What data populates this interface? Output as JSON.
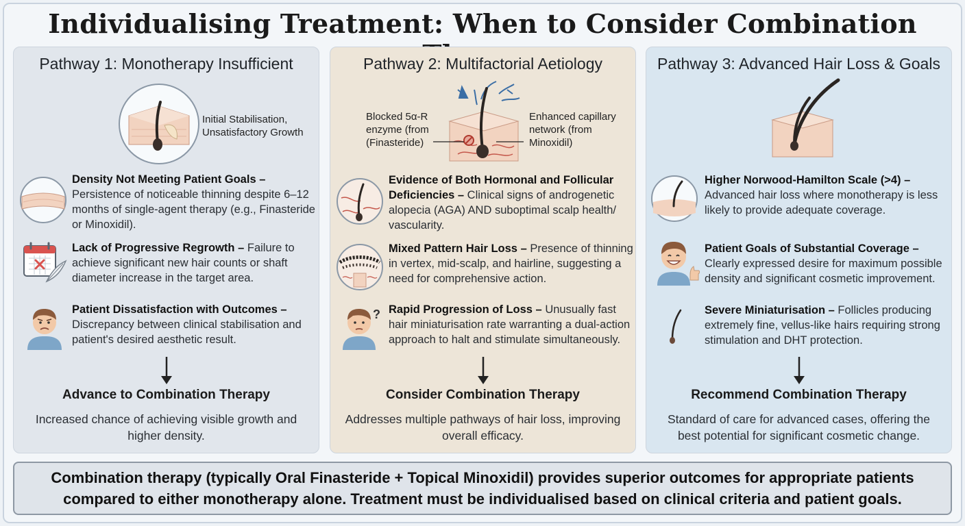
{
  "title": "Individualising Treatment: When to Consider Combination Therapy",
  "colors": {
    "panel1_bg": "#e1e6ec",
    "panel2_bg": "#ede5d8",
    "panel3_bg": "#d9e6f0",
    "skin": "#f3d6c4",
    "hair": "#2a2522",
    "vessel": "#c4574b",
    "capillary": "#3b6ea5"
  },
  "pathways": [
    {
      "title": "Pathway 1: Monotherapy Insufficient",
      "hero_label": "Initial Stabilisation, Unsatisfactory Growth",
      "items": [
        {
          "icon": "scalp-thinning-icon",
          "title": "Density Not Meeting Patient Goals",
          "text": "Persistence of noticeable thinning despite 6–12 months of single-agent therapy (e.g., Finasteride or Minoxidil)."
        },
        {
          "icon": "calendar-icon",
          "title": "Lack of Progressive Regrowth",
          "text": "Failure to achieve significant new hair counts or shaft diameter increase in the target area."
        },
        {
          "icon": "sad-patient-icon",
          "title": "Patient Dissatisfaction with Outcomes",
          "text": "Discrepancy between clinical stabilisation and patient's desired aesthetic result."
        }
      ],
      "outcome_title": "Advance to Combination Therapy",
      "outcome_text": "Increased chance of achieving visible growth and higher density."
    },
    {
      "title": "Pathway 2: Multifactorial Aetiology",
      "hero_label_left": "Blocked 5α-R enzyme (from (Finasteride)",
      "hero_label_right": "Enhanced capillary network (from Minoxidil)",
      "items": [
        {
          "icon": "follicle-vessels-icon",
          "title": "Evidence of Both Hormonal and Follicular Deficiencies",
          "text": "Clinical signs of androgenetic alopecia (AGA) AND suboptimal scalp health/ vascularity."
        },
        {
          "icon": "mixed-pattern-icon",
          "title": "Mixed Pattern Hair Loss",
          "text": "Presence of thinning in vertex, mid-scalp, and hairline, suggesting a need for comprehensive action."
        },
        {
          "icon": "confused-patient-icon",
          "title": "Rapid Progression of Loss",
          "text": "Unusually fast hair miniaturisation rate warranting a dual-action approach to halt and stimulate simultaneously."
        }
      ],
      "outcome_title": "Consider Combination Therapy",
      "outcome_text": "Addresses multiple pathways of hair loss, improving overall efficacy."
    },
    {
      "title": "Pathway 3: Advanced Hair Loss & Goals",
      "items": [
        {
          "icon": "bald-scalp-icon",
          "title": "Higher Norwood-Hamilton Scale (>4)",
          "text": "Advanced hair loss where monotherapy is less likely to provide adequate coverage."
        },
        {
          "icon": "happy-patient-icon",
          "title": "Patient Goals of Substantial Coverage",
          "text": "Clearly expressed desire for maximum possible density and significant cosmetic improvement."
        },
        {
          "icon": "fine-hair-icon",
          "title": "Severe Miniaturisation",
          "text": "Follicles producing extremely fine, vellus-like hairs requiring strong stimulation and DHT protection."
        }
      ],
      "outcome_title": "Recommend Combination Therapy",
      "outcome_text": "Standard of care for advanced cases, offering the best potential for significant cosmetic change."
    }
  ],
  "footer": "Combination therapy (typically Oral Finasteride + Topical Minoxidil) provides superior outcomes for appropriate patients compared to either monotherapy alone. Treatment must be individualised based on clinical criteria and patient goals."
}
